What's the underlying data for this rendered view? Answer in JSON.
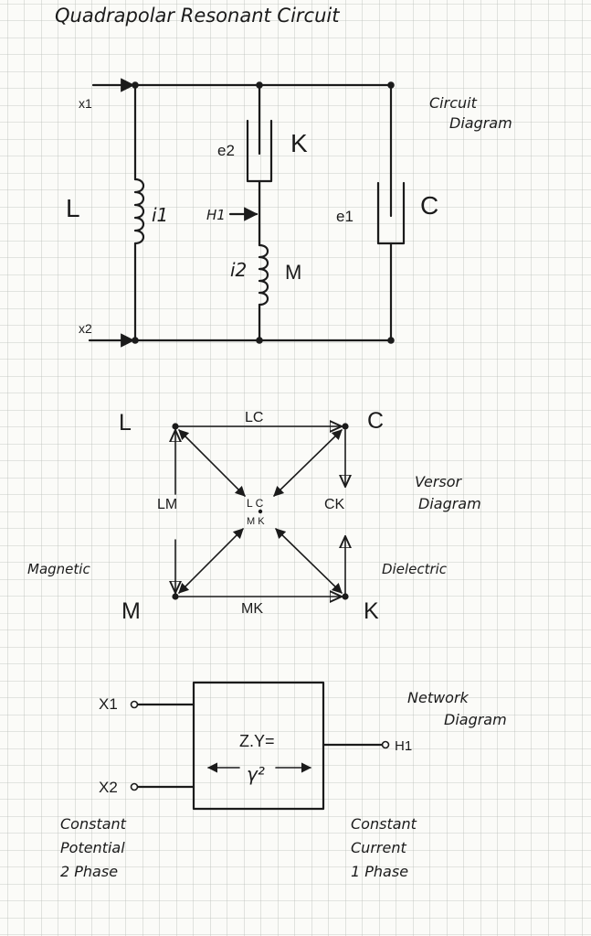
{
  "title": "Quadrapolar Resonant Circuit",
  "circuit": {
    "caption_line1": "Circuit",
    "caption_line2": "Diagram",
    "x1": "x1",
    "x2": "x2",
    "L": "L",
    "i1": "i1",
    "e2": "e2",
    "K": "K",
    "H1": "H1",
    "i2": "i2",
    "M": "M",
    "e1": "e1",
    "C": "C"
  },
  "versor": {
    "caption_line1": "Versor",
    "caption_line2": "Diagram",
    "L": "L",
    "C": "C",
    "M": "M",
    "K": "K",
    "LC": "LC",
    "LM": "LM",
    "CK": "CK",
    "MK": "MK",
    "center_top": "L C",
    "center_bottom": "M K",
    "magnetic": "Magnetic",
    "dielectric": "Dielectric"
  },
  "network": {
    "caption_line1": "Network",
    "caption_line2": "Diagram",
    "x1": "X1",
    "x2": "X2",
    "zy": "Z.Y=",
    "gamma": "γ²",
    "h1": "H1",
    "left_note_line1": "Constant",
    "left_note_line2": "Potential",
    "left_note_line3": "2 Phase",
    "right_note_line1": "Constant",
    "right_note_line2": "Current",
    "right_note_line3": "1 Phase"
  }
}
